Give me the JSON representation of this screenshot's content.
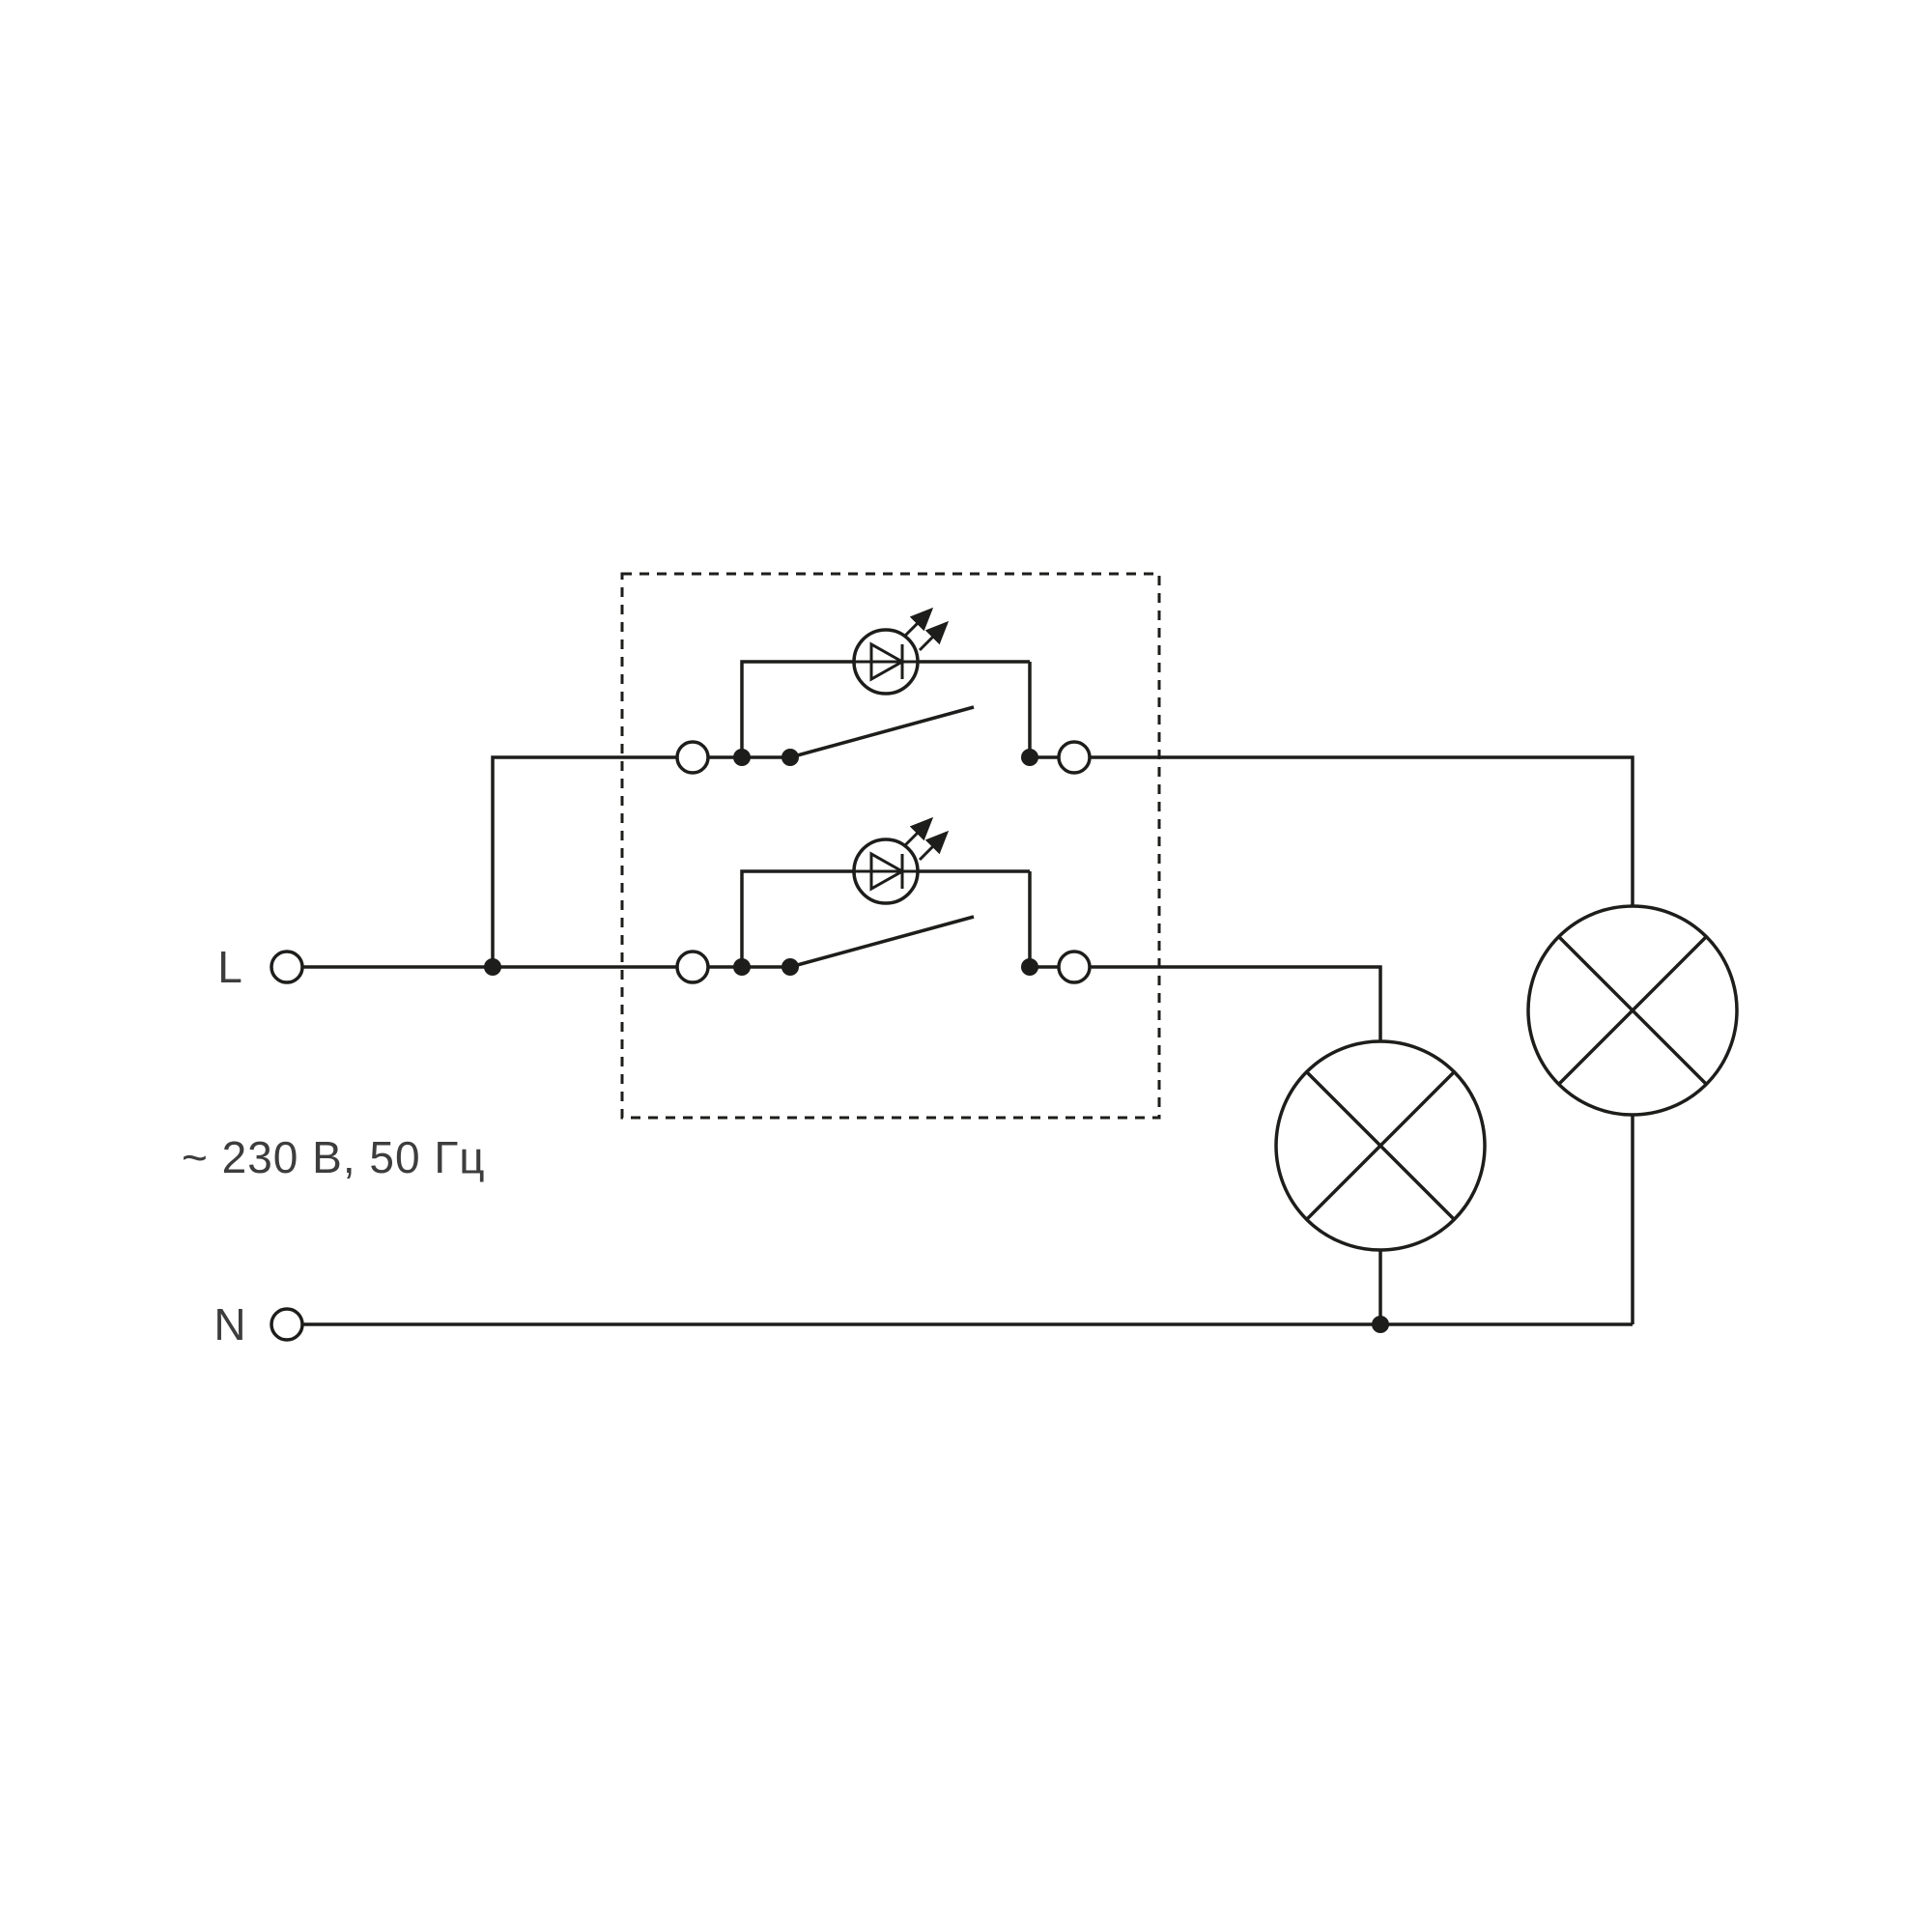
{
  "diagram": {
    "type": "wiring-schematic",
    "description": "two-gang-illuminated-switch-with-two-lamps",
    "labels": {
      "line_terminal": "L",
      "neutral_terminal": "N",
      "power_rating": "~ 230 В, 50 Гц"
    },
    "colors": {
      "stroke": "#1d1d1b",
      "background": "#ffffff",
      "text": "#3d3d3d"
    },
    "components": [
      {
        "name": "switch-unit",
        "symbol": "dashed-outline-box"
      },
      {
        "name": "switch-1",
        "symbol": "single-pole-switch",
        "indicator": "led"
      },
      {
        "name": "switch-2",
        "symbol": "single-pole-switch",
        "indicator": "led"
      },
      {
        "name": "led-1",
        "symbol": "led-diode-in-circle-with-emission-arrows"
      },
      {
        "name": "led-2",
        "symbol": "led-diode-in-circle-with-emission-arrows"
      },
      {
        "name": "lamp-1",
        "symbol": "circle-with-cross"
      },
      {
        "name": "lamp-2",
        "symbol": "circle-with-cross"
      },
      {
        "name": "line-terminal",
        "symbol": "open-circle"
      },
      {
        "name": "neutral-terminal",
        "symbol": "open-circle"
      }
    ]
  }
}
